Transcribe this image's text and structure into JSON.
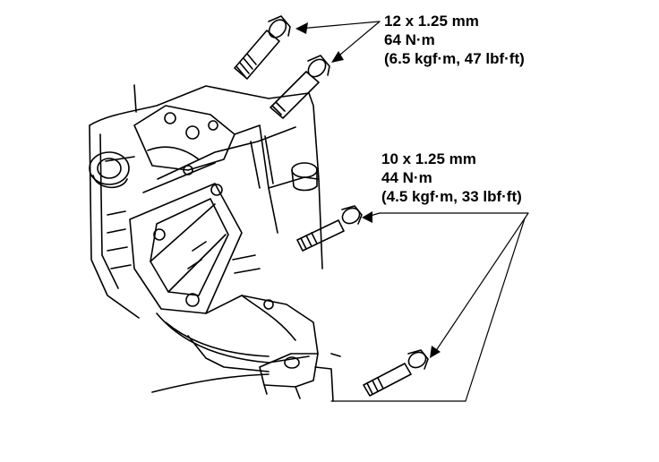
{
  "callouts": {
    "upper_bolts": {
      "size": "12 x 1.25 mm",
      "torque_nm": "64 N·m",
      "torque_alt": "(6.5 kgf·m, 47 lbf·ft)"
    },
    "lower_bolts": {
      "size": "10 x 1.25 mm",
      "torque_nm": "44 N·m",
      "torque_alt": "(4.5 kgf·m, 33 lbf·ft)"
    }
  },
  "colors": {
    "ink": "#000000",
    "paper": "#ffffff"
  }
}
